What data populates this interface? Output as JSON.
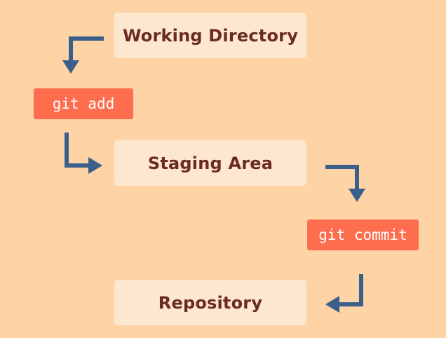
{
  "stages": {
    "working_directory": "Working Directory",
    "staging_area": "Staging Area",
    "repository": "Repository"
  },
  "commands": {
    "add": "git add",
    "commit": "git commit"
  },
  "colors": {
    "background": "#fed3a6",
    "stage_box": "#fee7cf",
    "stage_text": "#6a2a26",
    "command_box": "#fd6d4e",
    "command_text": "#ffffff",
    "arrow": "#3a5f8a"
  }
}
